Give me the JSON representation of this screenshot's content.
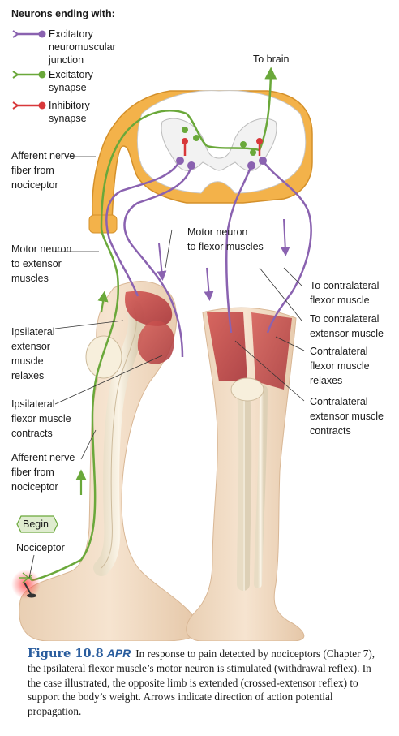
{
  "legend": {
    "title": "Neurons ending with:",
    "items": [
      {
        "label": "Excitatory\nneuromuscular\njunction",
        "color": "#8a62b0"
      },
      {
        "label": "Excitatory\nsynapse",
        "color": "#6aa83a"
      },
      {
        "label": "Inhibitory\nsynapse",
        "color": "#d8383a"
      }
    ]
  },
  "labels": {
    "to_brain": "To brain",
    "afferent_top": "Afferent nerve\nfiber from\nnociceptor",
    "motor_flexor": "Motor neuron\nto flexor muscles",
    "motor_extensor": "Motor neuron\nto extensor\nmuscles",
    "contra_flexor_muscle": "To contralateral\nflexor muscle",
    "contra_extensor_muscle": "To contralateral\nextensor muscle",
    "ipsi_extensor": "Ipsilateral\nextensor\nmuscle\nrelaxes",
    "contra_flexor_relaxes": "Contralateral\nflexor muscle\nrelaxes",
    "ipsi_flexor": "Ipsilateral\nflexor muscle\ncontracts",
    "contra_extensor_contracts": "Contralateral\nextensor muscle\ncontracts",
    "afferent_bottom": "Afferent nerve\nfiber from\nnociceptor",
    "begin": "Begin",
    "nociceptor": "Nociceptor"
  },
  "caption": {
    "figure": "Figure 10.8",
    "apr": "APR",
    "text": "In response to pain detected by nociceptors (Chapter 7), the ipsilateral flexor muscle’s motor neuron is stimulated (withdrawal reflex). In the case illustrated, the opposite limb is extended (crossed-extensor reflex) to support the body’s weight. Arrows indicate direction of action potential propagation."
  },
  "colors": {
    "purple": "#8a62b0",
    "green": "#6aa83a",
    "red": "#d8383a",
    "skin": "#f2dcc4",
    "muscle": "#c4474a",
    "spinal_orange": "#f3b24a"
  }
}
